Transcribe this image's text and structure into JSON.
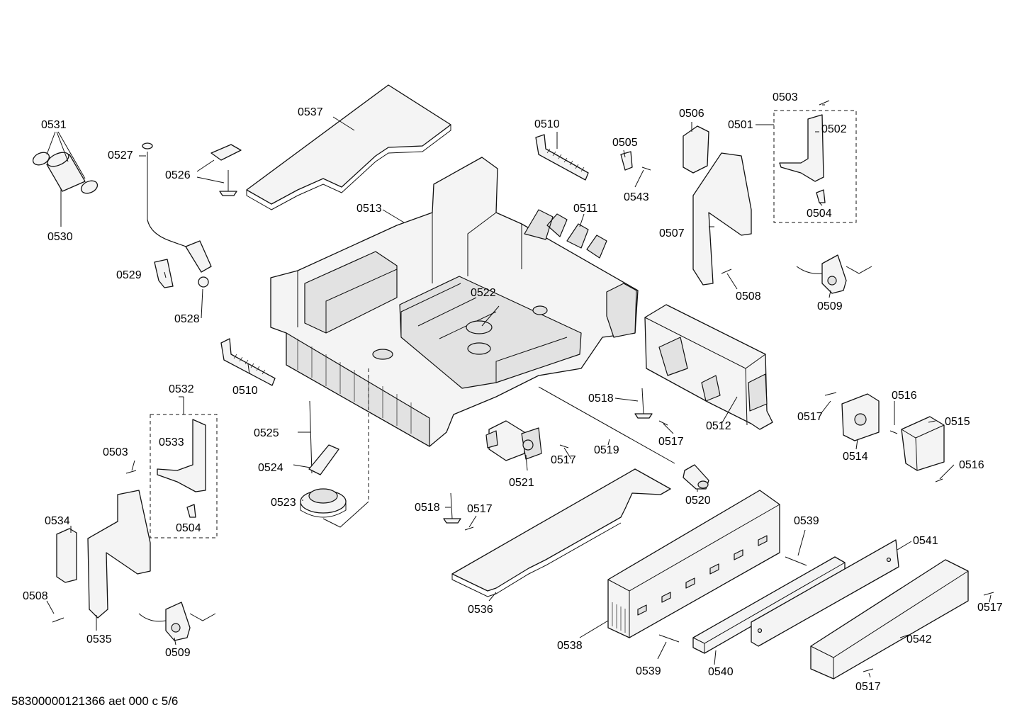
{
  "footer": "58300000121366 aet 000 c 5/6",
  "parts": {
    "p0501": "0501",
    "p0502": "0502",
    "p0503": "0503",
    "p0504": "0504",
    "p0505": "0505",
    "p0506": "0506",
    "p0507": "0507",
    "p0508": "0508",
    "p0509": "0509",
    "p0510": "0510",
    "p0511": "0511",
    "p0512": "0512",
    "p0513": "0513",
    "p0514": "0514",
    "p0515": "0515",
    "p0516": "0516",
    "p0517": "0517",
    "p0518": "0518",
    "p0519": "0519",
    "p0520": "0520",
    "p0521": "0521",
    "p0522": "0522",
    "p0523": "0523",
    "p0524": "0524",
    "p0525": "0525",
    "p0526": "0526",
    "p0527": "0527",
    "p0528": "0528",
    "p0529": "0529",
    "p0530": "0530",
    "p0531": "0531",
    "p0532": "0532",
    "p0533": "0533",
    "p0534": "0534",
    "p0535": "0535",
    "p0536": "0536",
    "p0537": "0537",
    "p0538": "0538",
    "p0539": "0539",
    "p0540": "0540",
    "p0541": "0541",
    "p0542": "0542",
    "p0543": "0543"
  }
}
